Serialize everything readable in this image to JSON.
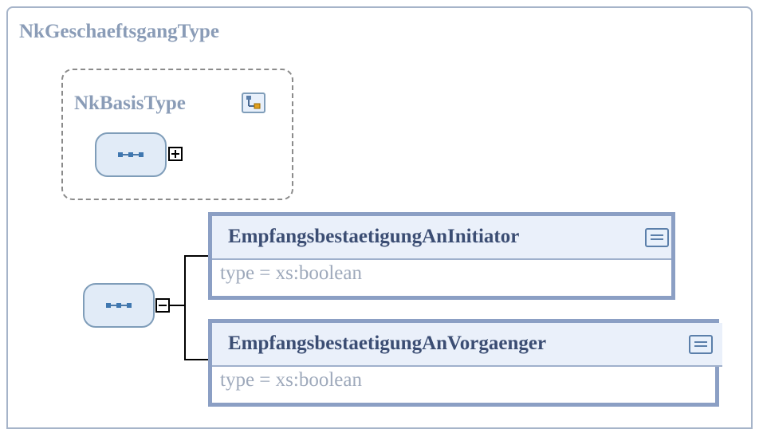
{
  "diagram": {
    "outer": {
      "title": "NkGeschaeftsgangType"
    },
    "base": {
      "title": "NkBasisType",
      "sequence": {
        "expanded": false,
        "toggle_icon": "plus-icon"
      }
    },
    "sequence": {
      "expanded": true,
      "toggle_icon": "minus-icon"
    },
    "elements": [
      {
        "name": "EmpfangsbestaetigungAnInitiator",
        "type_line": "type  =  xs:boolean"
      },
      {
        "name": "EmpfangsbestaetigungAnVorgaenger",
        "type_line": "type  =  xs:boolean"
      }
    ],
    "colors": {
      "title": "#8a9cb7",
      "element_border": "#8b9fc4",
      "element_header": "#eaf0fa",
      "element_name": "#3b4d73",
      "type_text": "#9ea9bb"
    }
  }
}
